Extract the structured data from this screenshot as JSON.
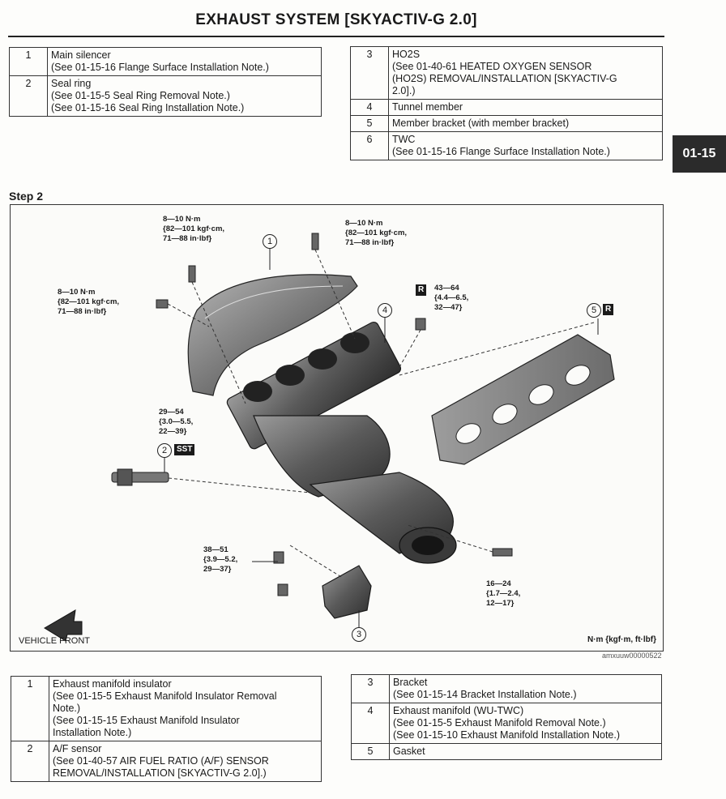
{
  "page_title": "EXHAUST SYSTEM [SKYACTIV-G 2.0]",
  "section_tab": "01-15",
  "step_label": "Step 2",
  "top_left_table": [
    {
      "num": "1",
      "lines": [
        "Main silencer",
        "(See 01-15-16 Flange Surface Installation Note.)"
      ]
    },
    {
      "num": "2",
      "lines": [
        "Seal ring",
        "(See 01-15-5 Seal Ring Removal Note.)",
        "(See 01-15-16 Seal Ring Installation Note.)"
      ]
    }
  ],
  "top_right_table": [
    {
      "num": "3",
      "lines": [
        "HO2S",
        "(See 01-40-61 HEATED OXYGEN SENSOR",
        "(HO2S) REMOVAL/INSTALLATION [SKYACTIV-G",
        "2.0].)"
      ]
    },
    {
      "num": "4",
      "lines": [
        "Tunnel member"
      ]
    },
    {
      "num": "5",
      "lines": [
        "Member bracket (with member bracket)"
      ]
    },
    {
      "num": "6",
      "lines": [
        "TWC",
        "(See 01-15-16 Flange Surface Installation Note.)"
      ]
    }
  ],
  "diagram": {
    "torque_labels": [
      "8—10 N·m\n{82—101 kgf·cm,\n71—88 in·lbf}",
      "8—10 N·m\n{82—101 kgf·cm,\n71—88 in·lbf}",
      "8—10 N·m\n{82—101 kgf·cm,\n71—88 in·lbf}",
      "43—64\n{4.4—6.5,\n32—47}",
      "29—54\n{3.0—5.5,\n22—39}",
      "38—51\n{3.9—5.2,\n29—37}",
      "16—24\n{1.7—2.4,\n12—17}"
    ],
    "callouts": [
      "1",
      "2",
      "3",
      "4",
      "5"
    ],
    "badges": {
      "r": "R",
      "sst": "SST"
    },
    "units_note": "N·m {kgf·m, ft·lbf}",
    "front_label": "VEHICLE FRONT",
    "figure_id": "amxuuw00000522"
  },
  "bottom_left_table": [
    {
      "num": "1",
      "lines": [
        "Exhaust manifold insulator",
        "(See 01-15-5 Exhaust Manifold Insulator Removal",
        "Note.)",
        "(See 01-15-15 Exhaust Manifold Insulator",
        "Installation Note.)"
      ]
    },
    {
      "num": "2",
      "lines": [
        "A/F sensor",
        "(See 01-40-57 AIR FUEL RATIO (A/F) SENSOR",
        "REMOVAL/INSTALLATION [SKYACTIV-G 2.0].)"
      ]
    }
  ],
  "bottom_right_table": [
    {
      "num": "3",
      "lines": [
        "Bracket",
        "(See 01-15-14 Bracket Installation Note.)"
      ]
    },
    {
      "num": "4",
      "lines": [
        "Exhaust manifold (WU-TWC)",
        "(See 01-15-5 Exhaust Manifold Removal Note.)",
        "(See 01-15-10 Exhaust Manifold Installation Note.)"
      ]
    },
    {
      "num": "5",
      "lines": [
        "Gasket"
      ]
    }
  ]
}
